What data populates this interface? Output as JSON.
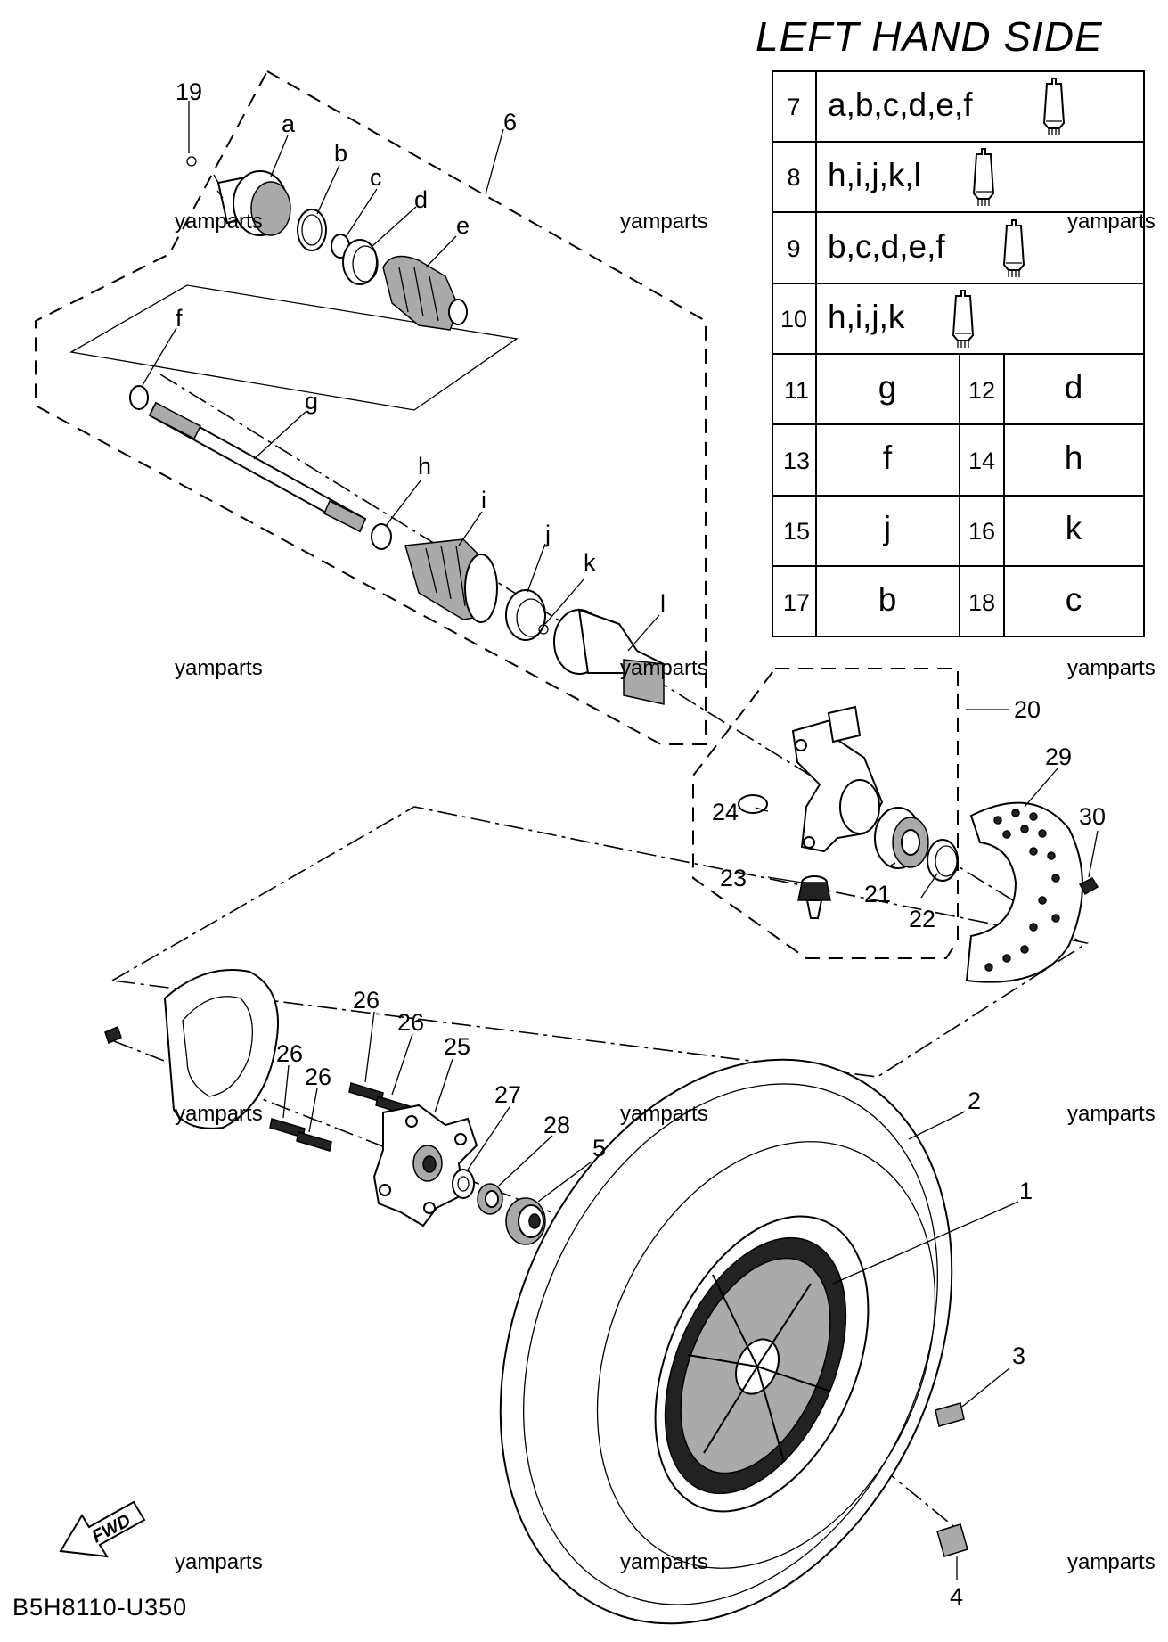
{
  "title": "LEFT HAND SIDE",
  "diagram_code": "B5H8110-U350",
  "fwd_label": "FWD",
  "watermark": "yamparts",
  "table": {
    "kits": [
      {
        "ref": "7",
        "parts": "a,b,c,d,e,f",
        "icon": "grease-tube-icon"
      },
      {
        "ref": "8",
        "parts": "h,i,j,k,l",
        "icon": "grease-tube-icon"
      },
      {
        "ref": "9",
        "parts": "b,c,d,e,f",
        "icon": "grease-tube-icon"
      },
      {
        "ref": "10",
        "parts": "h,i,j,k",
        "icon": "grease-tube-icon"
      }
    ],
    "pairs": [
      [
        {
          "ref": "11",
          "part": "g"
        },
        {
          "ref": "12",
          "part": "d"
        }
      ],
      [
        {
          "ref": "13",
          "part": "f"
        },
        {
          "ref": "14",
          "part": "h"
        }
      ],
      [
        {
          "ref": "15",
          "part": "j"
        },
        {
          "ref": "16",
          "part": "k"
        }
      ],
      [
        {
          "ref": "17",
          "part": "b"
        },
        {
          "ref": "18",
          "part": "c"
        }
      ]
    ]
  },
  "callouts": {
    "n1": "1",
    "n2": "2",
    "n3": "3",
    "n4": "4",
    "n5": "5",
    "n6": "6",
    "n19": "19",
    "n20": "20",
    "n21": "21",
    "n22": "22",
    "n23": "23",
    "n24": "24",
    "n25": "25",
    "n26": "26",
    "n27": "27",
    "n28": "28",
    "n29": "29",
    "n30": "30",
    "a": "a",
    "b": "b",
    "c": "c",
    "d": "d",
    "e": "e",
    "f": "f",
    "g": "g",
    "h": "h",
    "i": "i",
    "j": "j",
    "k": "k",
    "l": "l"
  }
}
